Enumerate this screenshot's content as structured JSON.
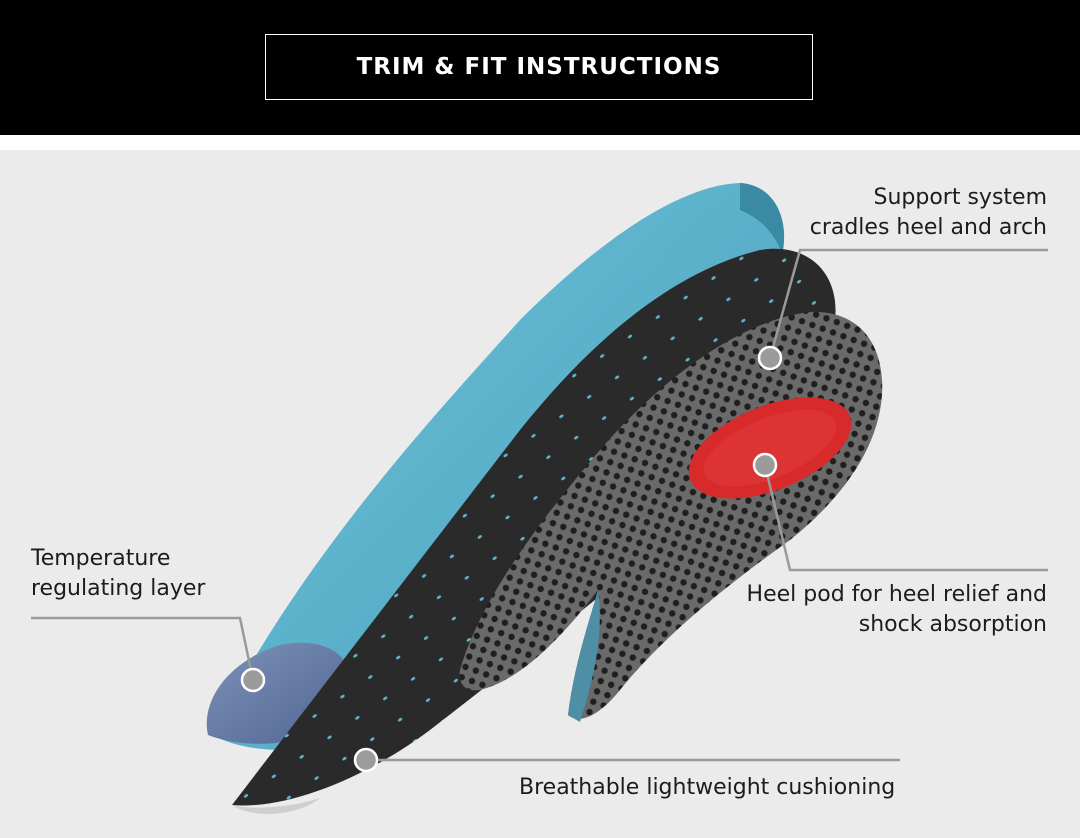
{
  "header": {
    "button_label": "TRIM & FIT INSTRUCTIONS"
  },
  "callouts": {
    "support": {
      "line1": "Support system",
      "line2": "cradles heel and arch"
    },
    "heel_pod": {
      "line1": "Heel pod for heel relief and",
      "line2": "shock absorption"
    },
    "temperature": {
      "line1": "Temperature",
      "line2": "regulating layer"
    },
    "cushioning": {
      "line1": "Breathable lightweight cushioning"
    }
  },
  "colors": {
    "top_bar": "#000000",
    "background": "#ebebeb",
    "blue_layer": "#5fb6cf",
    "black_layer": "#2b2b2b",
    "mesh": "#5a5a5a",
    "heel_pod": "#d8292b",
    "leader_line": "#999999",
    "marker": "#9b9b9b"
  }
}
